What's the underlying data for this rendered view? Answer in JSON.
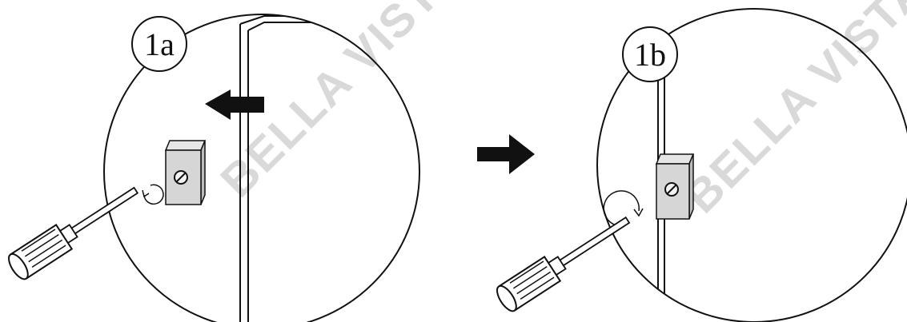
{
  "steps": [
    {
      "label": "1a",
      "rotation_icon": "counterclockwise-arrow-icon"
    },
    {
      "label": "1b",
      "rotation_icon": "clockwise-arrow-icon"
    }
  ],
  "watermark": {
    "text": "BELLA VISTA"
  },
  "colors": {
    "line": "#111111",
    "bracket": "#d6d6d6",
    "watermark": "#d9d9d9",
    "background": "#ffffff"
  }
}
